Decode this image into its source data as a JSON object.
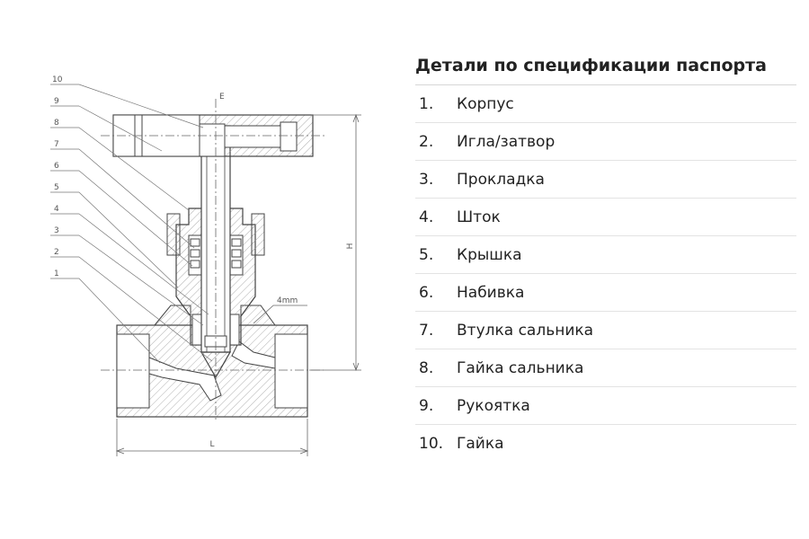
{
  "drawing": {
    "callouts": [
      "10",
      "9",
      "8",
      "7",
      "6",
      "5",
      "4",
      "3",
      "2",
      "1"
    ],
    "dim_e": "E",
    "dim_h": "H",
    "dim_l": "L",
    "dim_hole": "4mm"
  },
  "spec": {
    "title": "Детали по спецификации паспорта",
    "items": [
      {
        "num": "1.",
        "name": "Корпус"
      },
      {
        "num": "2.",
        "name": "Игла/затвор"
      },
      {
        "num": "3.",
        "name": "Прокладка"
      },
      {
        "num": "4.",
        "name": "Шток"
      },
      {
        "num": "5.",
        "name": "Крышка"
      },
      {
        "num": "6.",
        "name": "Набивка"
      },
      {
        "num": "7.",
        "name": "Втулка сальника"
      },
      {
        "num": "8.",
        "name": "Гайка сальника"
      },
      {
        "num": "9.",
        "name": "Рукоятка"
      },
      {
        "num": "10.",
        "name": "Гайка"
      }
    ]
  }
}
